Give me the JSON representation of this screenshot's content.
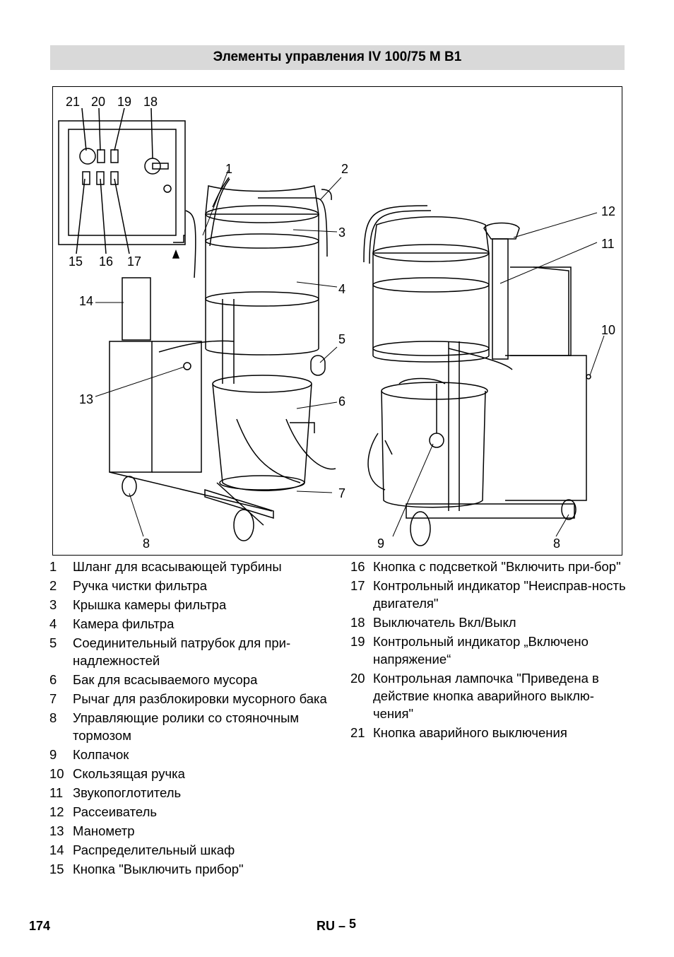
{
  "title": "Элементы управления IV 100/75 M B1",
  "callouts": {
    "c21": "21",
    "c20": "20",
    "c19": "19",
    "c18": "18",
    "c15": "15",
    "c16": "16",
    "c17": "17",
    "c1": "1",
    "c2": "2",
    "c3": "3",
    "c4": "4",
    "c5": "5",
    "c6": "6",
    "c7": "7",
    "c8a": "8",
    "c8b": "8",
    "c9": "9",
    "c10": "10",
    "c11": "11",
    "c12": "12",
    "c13": "13",
    "c14": "14"
  },
  "legend_left": [
    {
      "num": "1",
      "text": "Шланг для всасывающей турбины"
    },
    {
      "num": "2",
      "text": "Ручка чистки фильтра"
    },
    {
      "num": "3",
      "text": "Крышка камеры фильтра"
    },
    {
      "num": "4",
      "text": "Камера фильтра"
    },
    {
      "num": "5",
      "text": "Соединительный патрубок для при-надлежностей"
    },
    {
      "num": "6",
      "text": "Бак для всасываемого мусора"
    },
    {
      "num": "7",
      "text": "Рычаг для разблокировки мусорного бака"
    },
    {
      "num": "8",
      "text": "Управляющие ролики со стояночным тормозом"
    },
    {
      "num": "9",
      "text": "Колпачок"
    },
    {
      "num": "10",
      "text": "Скользящая ручка"
    },
    {
      "num": "11",
      "text": "Звукопоглотитель"
    },
    {
      "num": "12",
      "text": "Рассеиватель"
    },
    {
      "num": "13",
      "text": "Манометр"
    },
    {
      "num": "14",
      "text": "Распределительный шкаф"
    },
    {
      "num": "15",
      "text": "Кнопка \"Выключить прибор\""
    }
  ],
  "legend_right": [
    {
      "num": "16",
      "text": "Кнопка с подсветкой \"Включить при-бор\""
    },
    {
      "num": "17",
      "text": "Контрольный индикатор \"Неисправ-ность двигателя\""
    },
    {
      "num": "18",
      "text": "Выключатель Вкл/Выкл"
    },
    {
      "num": "19",
      "text": "Контрольный индикатор „Включено напряжение“"
    },
    {
      "num": "20",
      "text": "Контрольная лампочка \"Приведена в действие кнопка аварийного выклю-чения\""
    },
    {
      "num": "21",
      "text": "Кнопка аварийного выключения"
    }
  ],
  "footer": {
    "page_number": "174",
    "lang": "RU",
    "dash": "–",
    "section_page": "5"
  }
}
